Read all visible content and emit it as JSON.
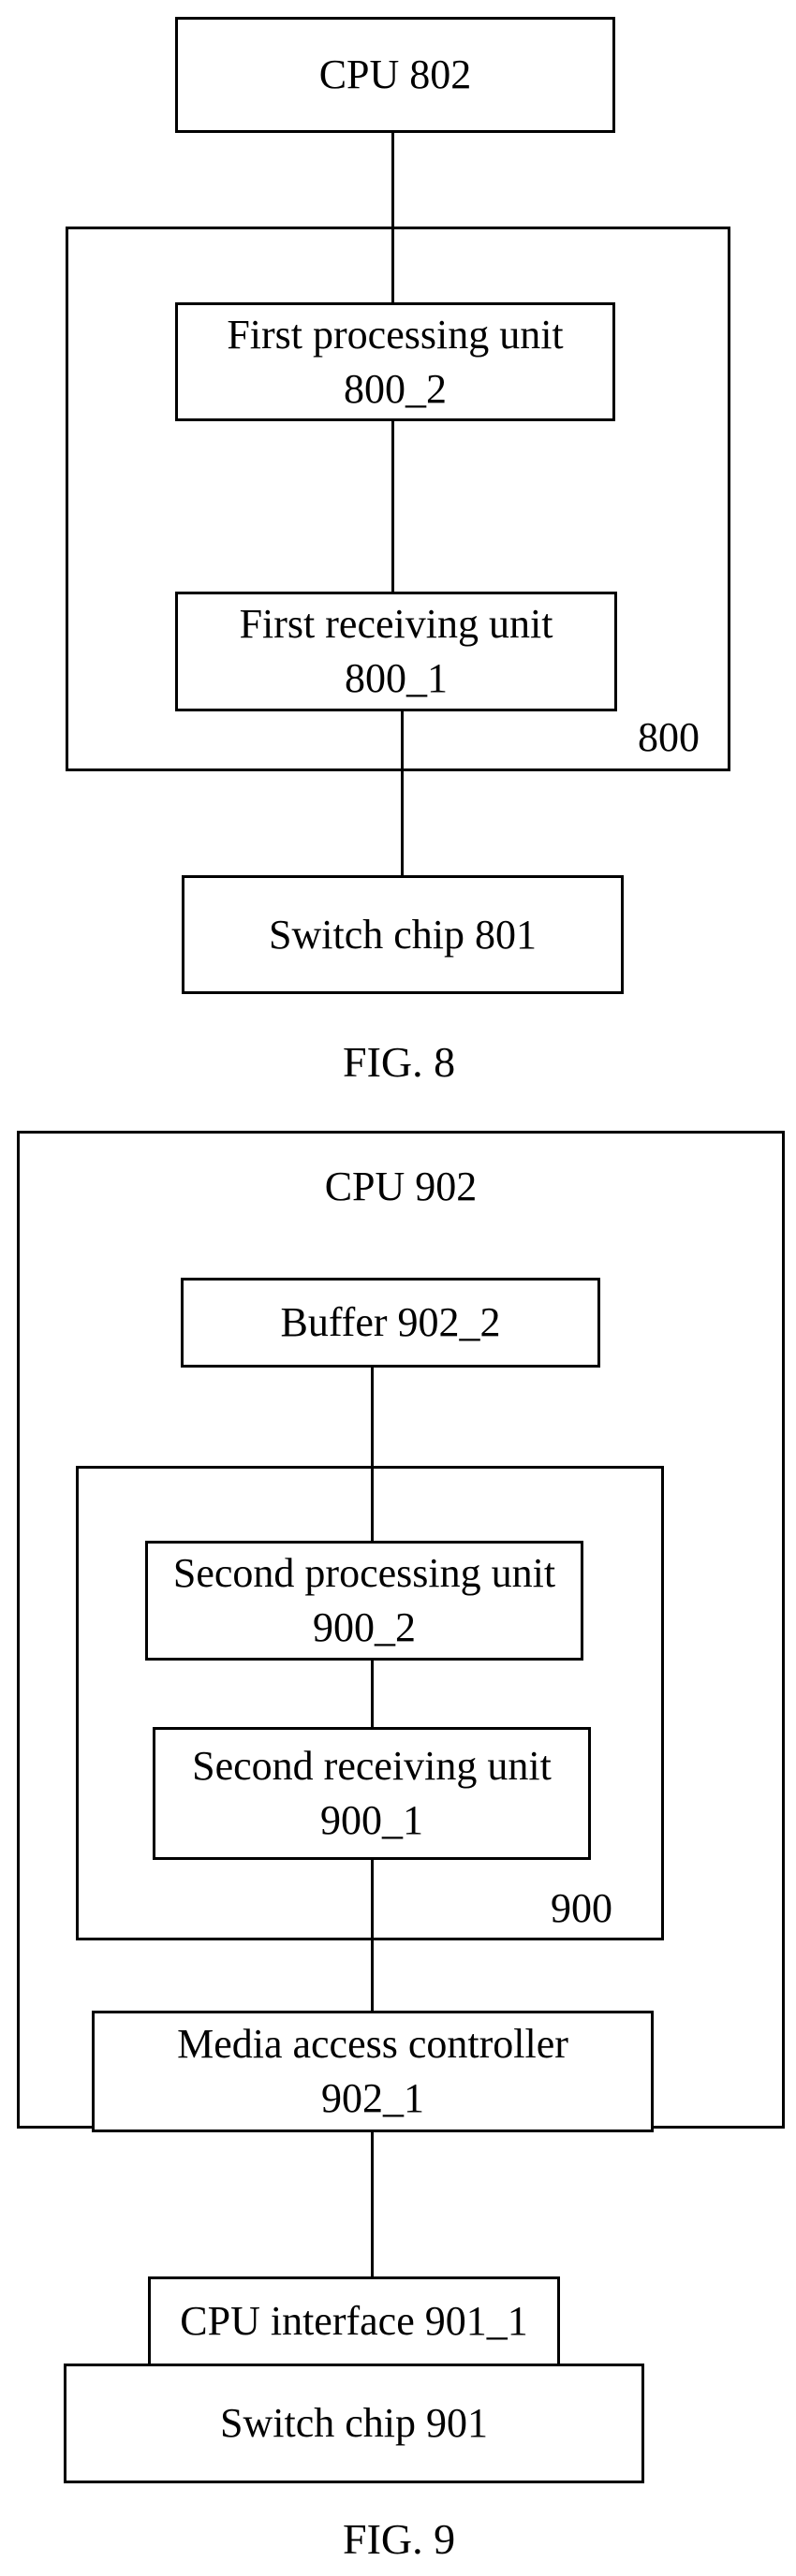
{
  "fig8": {
    "cpu": "CPU 802",
    "group_label": "800",
    "processing_unit": {
      "line1": "First processing unit",
      "line2": "800_2"
    },
    "receiving_unit": {
      "line1": "First receiving unit",
      "line2": "800_1"
    },
    "switch_chip": "Switch chip 801",
    "caption": "FIG. 8"
  },
  "fig9": {
    "cpu_label": "CPU 902",
    "buffer": "Buffer 902_2",
    "group_label": "900",
    "processing_unit": {
      "line1": "Second processing unit",
      "line2": "900_2"
    },
    "receiving_unit": {
      "line1": "Second receiving unit",
      "line2": "900_1"
    },
    "mac": {
      "line1": "Media access controller",
      "line2": "902_1"
    },
    "cpu_interface": "CPU interface 901_1",
    "switch_chip": "Switch chip 901",
    "caption": "FIG. 9"
  }
}
